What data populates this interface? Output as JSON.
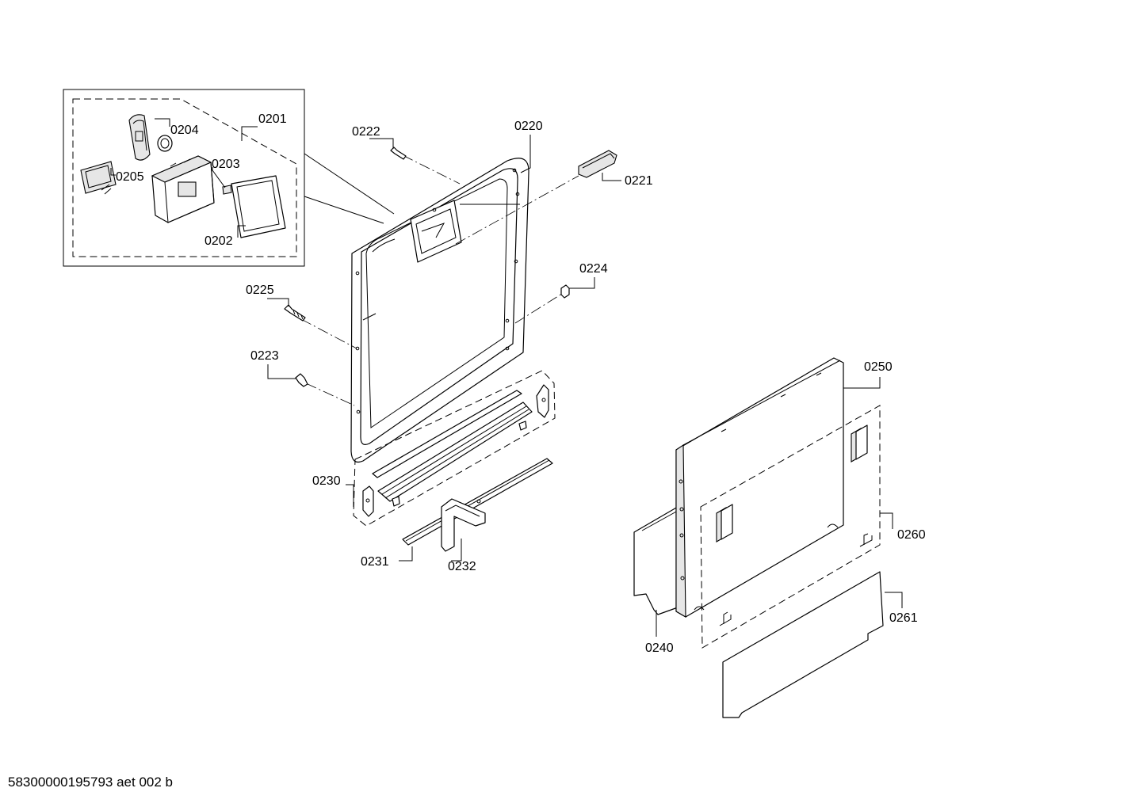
{
  "drawing_id": "58300000195793 aet 002 b",
  "labels": {
    "p0201": "0201",
    "p0202": "0202",
    "p0203": "0203",
    "p0204": "0204",
    "p0205": "0205",
    "p0220": "0220",
    "p0221": "0221",
    "p0222": "0222",
    "p0223": "0223",
    "p0224": "0224",
    "p0225": "0225",
    "p0230": "0230",
    "p0231": "0231",
    "p0232": "0232",
    "p0240": "0240",
    "p0250": "0250",
    "p0260": "0260",
    "p0261": "0261"
  }
}
